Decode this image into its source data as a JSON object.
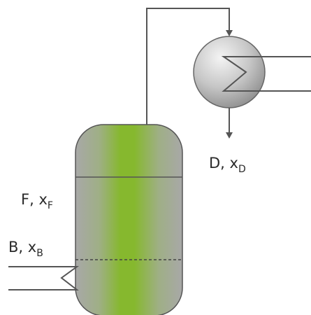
{
  "labels": {
    "distillate": {
      "name": "D",
      "sep": ", ",
      "var": "x",
      "sub": "D"
    },
    "feed": {
      "name": "F",
      "sep": ", ",
      "var": "x",
      "sub": "F"
    },
    "bottoms": {
      "name": "B",
      "sep": ", ",
      "var": "x",
      "sub": "B"
    }
  },
  "colors": {
    "line": "#555555",
    "column_edge": "#a8a8a8",
    "column_center": "#86b82e",
    "condenser_light": "#f2f2f2",
    "condenser_dark": "#9a9a9a"
  },
  "icons": [
    "condenser-icon",
    "reboiler-icon",
    "arrow-down-icon"
  ]
}
